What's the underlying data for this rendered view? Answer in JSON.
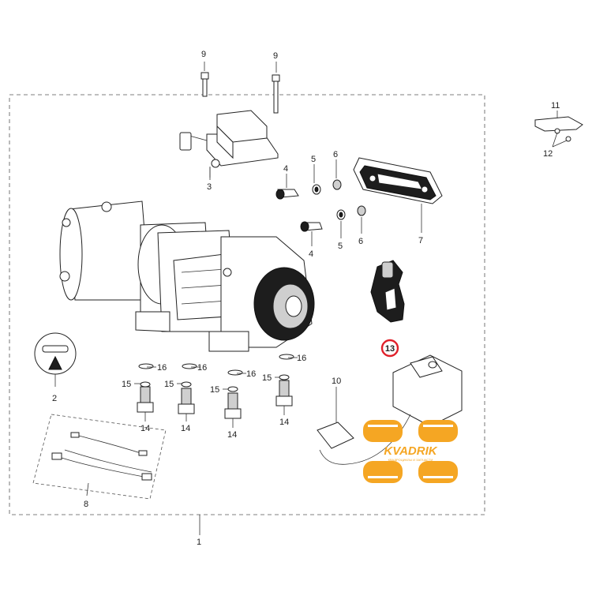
{
  "callouts": {
    "c1": "1",
    "c2": "2",
    "c3": "3",
    "c4a": "4",
    "c4b": "4",
    "c5a": "5",
    "c5b": "5",
    "c6a": "6",
    "c6b": "6",
    "c7": "7",
    "c8": "8",
    "c9a": "9",
    "c9b": "9",
    "c10": "10",
    "c11": "11",
    "c12": "12",
    "c13": "13",
    "c14a": "14",
    "c14b": "14",
    "c14c": "14",
    "c14d": "14",
    "c15a": "15",
    "c15b": "15",
    "c15c": "15",
    "c15d": "15",
    "c16a": "16",
    "c16b": "16",
    "c16c": "16",
    "c16d": "16"
  },
  "watermark": {
    "brand": "KVADRIK",
    "tagline": "КВАДРОЦИКЛЫ И ЗАПЧАСТИ",
    "color": "#f5a623"
  },
  "highlight_color": "#e0202a"
}
